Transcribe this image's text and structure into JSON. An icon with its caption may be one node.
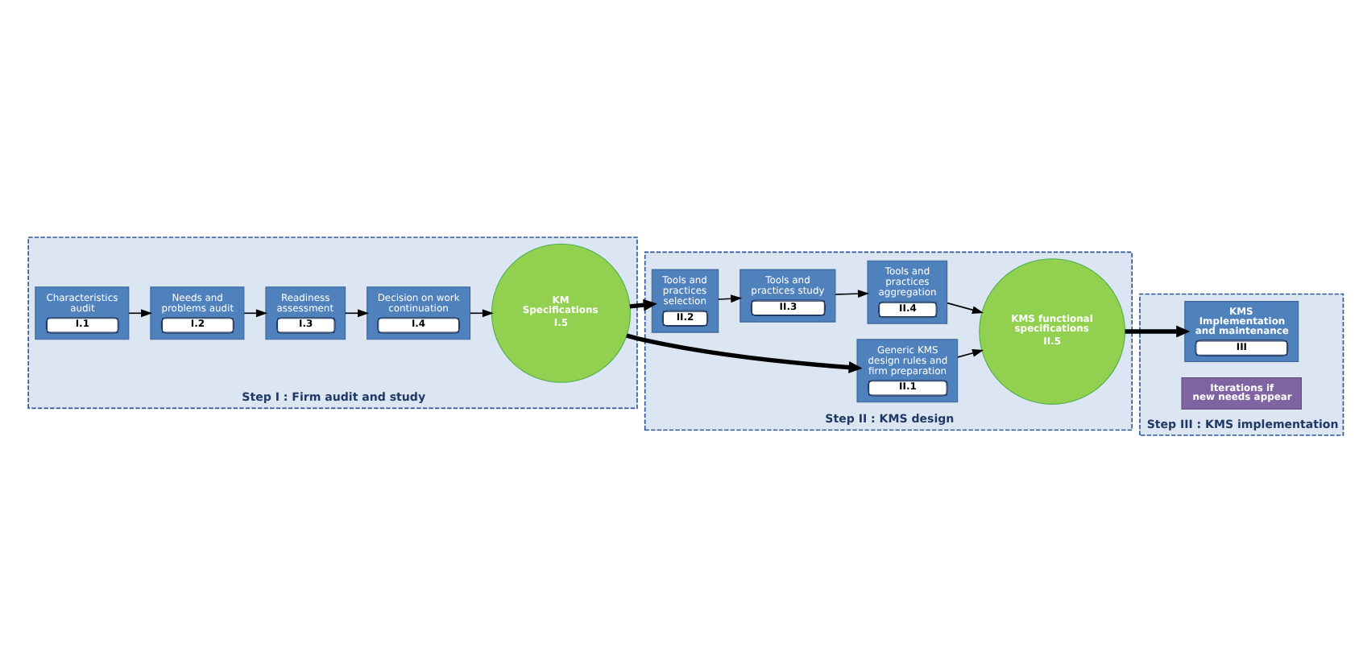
{
  "diagram": {
    "nodes": [
      {
        "text": [
          "Step I : Firm audit and study"
        ]
      },
      {
        "text": [
          "Characteristics audit",
          "I.1"
        ],
        "in": 0
      },
      {
        "text": [
          "Needs and problems audit",
          "I.2"
        ],
        "in": 0
      },
      {
        "text": [
          "Readiness assessment",
          "I.3"
        ],
        "in": 0
      },
      {
        "text": [
          "Decision on work continuation",
          "I.4"
        ],
        "in": 0
      },
      {
        "text": [
          "KM Specifications",
          "I.5"
        ],
        "in": 0
      },
      {
        "text": [
          "Step II : KMS design"
        ]
      },
      {
        "text": [
          "Generic KMS design rules and firm preparation",
          "II.1"
        ],
        "in": 6
      },
      {
        "text": [
          "Tools and practices selection",
          "II.2"
        ],
        "in": 6
      },
      {
        "text": [
          "Tools and practices study",
          "II.3"
        ],
        "in": 6
      },
      {
        "text": [
          "Tools and practices aggregation",
          "II.4"
        ],
        "in": 6
      },
      {
        "text": [
          "KMS functional specifications",
          "II.5"
        ],
        "in": 6
      },
      {
        "text": [
          "Step III : KMS implementation"
        ]
      },
      {
        "text": [
          "KMS Implementation and maintenance",
          "III"
        ],
        "in": 12
      },
      {
        "text": [
          "Iterations if new needs appear"
        ],
        "in": 12
      }
    ],
    "edges": [
      {
        "from": 1,
        "to": 2,
        "arrow": "to"
      },
      {
        "from": 2,
        "to": 3,
        "arrow": "to"
      },
      {
        "from": 3,
        "to": 4,
        "arrow": "to"
      },
      {
        "from": 4,
        "to": 5,
        "arrow": "to"
      },
      {
        "from": 5,
        "to": 7,
        "arrow": "to",
        "style": "thick"
      },
      {
        "from": 5,
        "to": 8,
        "arrow": "to",
        "style": "thick"
      },
      {
        "from": 7,
        "to": 11,
        "arrow": "to"
      },
      {
        "from": 8,
        "to": 9,
        "arrow": "to"
      },
      {
        "from": 9,
        "to": 10,
        "arrow": "to"
      },
      {
        "from": 10,
        "to": 11,
        "arrow": "to"
      },
      {
        "from": 11,
        "to": 13,
        "arrow": "to",
        "style": "thick"
      }
    ]
  }
}
